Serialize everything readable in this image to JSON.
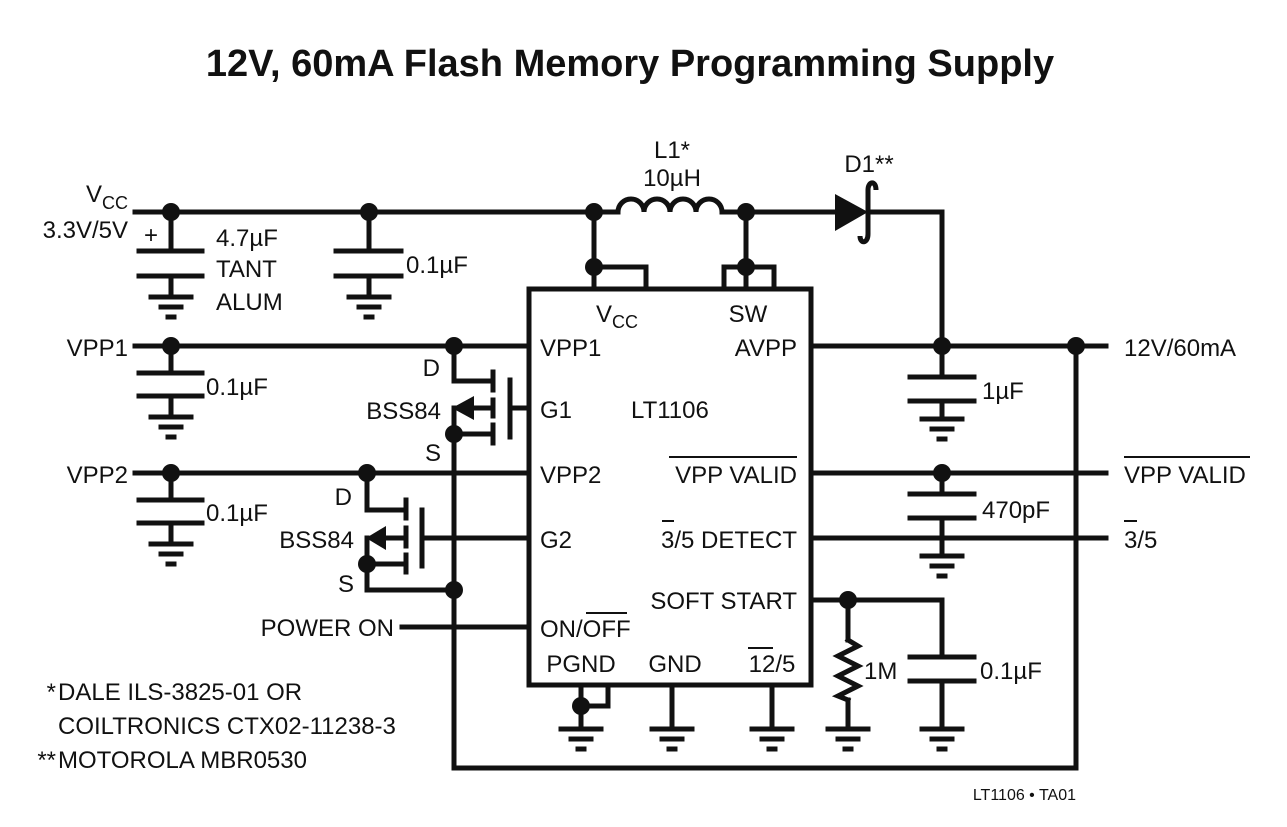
{
  "title": "12V, 60mA Flash Memory Programming Supply",
  "figure_id": "LT1106 • TA01",
  "ic": {
    "name": "LT1106",
    "pins": {
      "vcc": "VCC",
      "sw": "SW",
      "vpp1": "VPP1",
      "g1": "G1",
      "vpp2": "VPP2",
      "g2": "G2",
      "on_off": "ON/OFF",
      "pgnd": "PGND",
      "gnd": "GND",
      "twelve_five": "12/5",
      "avpp": "AVPP",
      "vpp_valid": "VPP VALID",
      "three_five_detect": "3/5 DETECT",
      "soft_start": "SOFT START"
    }
  },
  "inputs": {
    "vcc_main": "V",
    "vcc_sub": "CC",
    "vcc_voltage": "3.3V/5V",
    "vpp1": "VPP1",
    "vpp2": "VPP2",
    "power_on": "POWER ON"
  },
  "outputs": {
    "out_12v": "12V/60mA",
    "vpp_valid": "VPP VALID",
    "three_five": "3/5"
  },
  "components": {
    "c_tant_value": "4.7µF",
    "c_tant_type1": "TANT",
    "c_tant_type2": "ALUM",
    "c_tant_polarity": "+",
    "c_vcc_bypass": "0.1µF",
    "c_vpp1": "0.1µF",
    "c_vpp2": "0.1µF",
    "l1_name": "L1*",
    "l1_value": "10µH",
    "d1_name": "D1**",
    "c_out": "1µF",
    "c_valid": "470pF",
    "r_soft": "1M",
    "c_soft": "0.1µF",
    "q1_name": "BSS84",
    "q2_name": "BSS84",
    "drain": "D",
    "source": "S"
  },
  "notes": [
    {
      "mark": "*",
      "text": "DALE ILS-3825-01 OR"
    },
    {
      "mark": "",
      "text": "COILTRONICS CTX02-11238-3"
    },
    {
      "mark": "**",
      "text": "MOTOROLA MBR0530"
    }
  ]
}
